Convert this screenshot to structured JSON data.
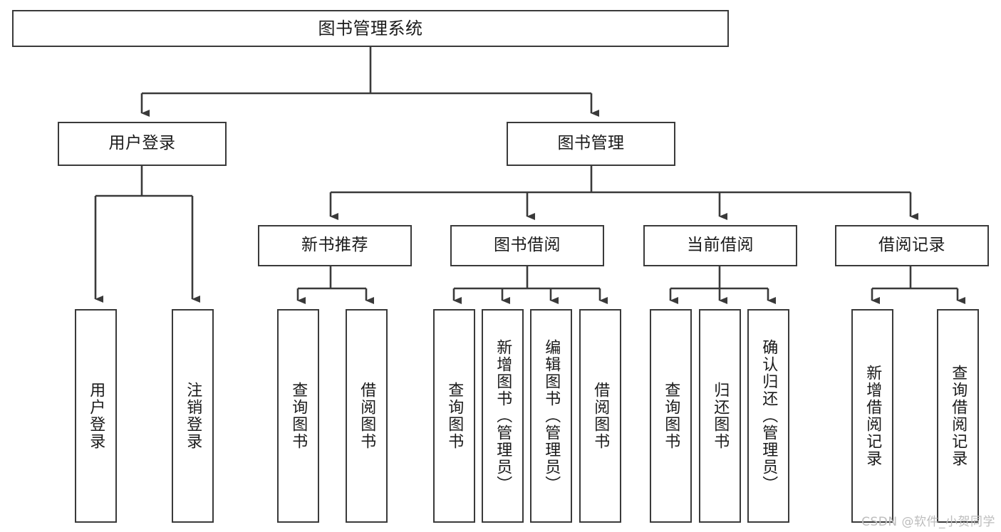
{
  "diagram": {
    "title": "图书管理系统",
    "type": "tree-hierarchy",
    "watermark": "CSDN @软件_小贺同学",
    "colors": {
      "stroke": "#3a3a3a",
      "fill": "#ffffff",
      "text": "#1a1a1a",
      "watermark": "#bdbdbd"
    },
    "root": {
      "label": "图书管理系统"
    },
    "level2": [
      {
        "label": "用户登录"
      },
      {
        "label": "图书管理"
      }
    ],
    "level3": [
      {
        "label": "新书推荐"
      },
      {
        "label": "图书借阅"
      },
      {
        "label": "当前借阅"
      },
      {
        "label": "借阅记录"
      }
    ],
    "leaves": {
      "user_login": [
        {
          "label": "用户登录"
        },
        {
          "label": "注销登录"
        }
      ],
      "new_book_recommend": [
        {
          "label": "查询图书"
        },
        {
          "label": "借阅图书"
        }
      ],
      "book_borrow": [
        {
          "label": "查询图书"
        },
        {
          "label": "新增图书（管理员）"
        },
        {
          "label": "编辑图书（管理员）"
        },
        {
          "label": "借阅图书"
        }
      ],
      "current_borrow": [
        {
          "label": "查询图书"
        },
        {
          "label": "归还图书"
        },
        {
          "label": "确认归还（管理员）"
        }
      ],
      "borrow_record": [
        {
          "label": "新增借阅记录"
        },
        {
          "label": "查询借阅记录"
        }
      ]
    }
  }
}
